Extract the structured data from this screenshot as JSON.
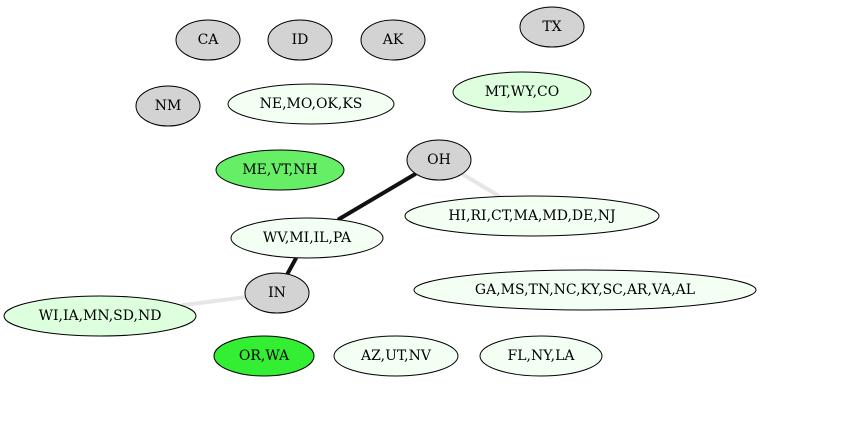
{
  "colors": {
    "gray": "#d3d3d3",
    "pale_green": "#f2fff2",
    "light_green": "#ddffdd",
    "mid_green": "#66ee66",
    "bright_green": "#33ee33",
    "edge_dark": "#111111",
    "edge_light": "#e6e6e6"
  },
  "nodes": [
    {
      "id": "ca",
      "label": "CA",
      "fill": "gray"
    },
    {
      "id": "id",
      "label": "ID",
      "fill": "gray"
    },
    {
      "id": "ak",
      "label": "AK",
      "fill": "gray"
    },
    {
      "id": "tx",
      "label": "TX",
      "fill": "gray"
    },
    {
      "id": "nm",
      "label": "NM",
      "fill": "gray"
    },
    {
      "id": "ne",
      "label": "NE,MO,OK,KS",
      "fill": "pale_green"
    },
    {
      "id": "mt",
      "label": "MT,WY,CO",
      "fill": "light_green"
    },
    {
      "id": "me",
      "label": "ME,VT,NH",
      "fill": "mid_green"
    },
    {
      "id": "oh",
      "label": "OH",
      "fill": "gray"
    },
    {
      "id": "hi",
      "label": "HI,RI,CT,MA,MD,DE,NJ",
      "fill": "pale_green"
    },
    {
      "id": "wv",
      "label": "WV,MI,IL,PA",
      "fill": "pale_green"
    },
    {
      "id": "ga",
      "label": "GA,MS,TN,NC,KY,SC,AR,VA,AL",
      "fill": "pale_green"
    },
    {
      "id": "in",
      "label": "IN",
      "fill": "gray"
    },
    {
      "id": "wi",
      "label": "WI,IA,MN,SD,ND",
      "fill": "light_green"
    },
    {
      "id": "or",
      "label": "OR,WA",
      "fill": "bright_green"
    },
    {
      "id": "az",
      "label": "AZ,UT,NV",
      "fill": "pale_green"
    },
    {
      "id": "fl",
      "label": "FL,NY,LA",
      "fill": "pale_green"
    }
  ],
  "edges": [
    {
      "from": "oh",
      "to": "wv",
      "style": "heavy"
    },
    {
      "from": "wv",
      "to": "in",
      "style": "heavy"
    },
    {
      "from": "oh",
      "to": "hi",
      "style": "light"
    },
    {
      "from": "in",
      "to": "wi",
      "style": "light"
    }
  ]
}
